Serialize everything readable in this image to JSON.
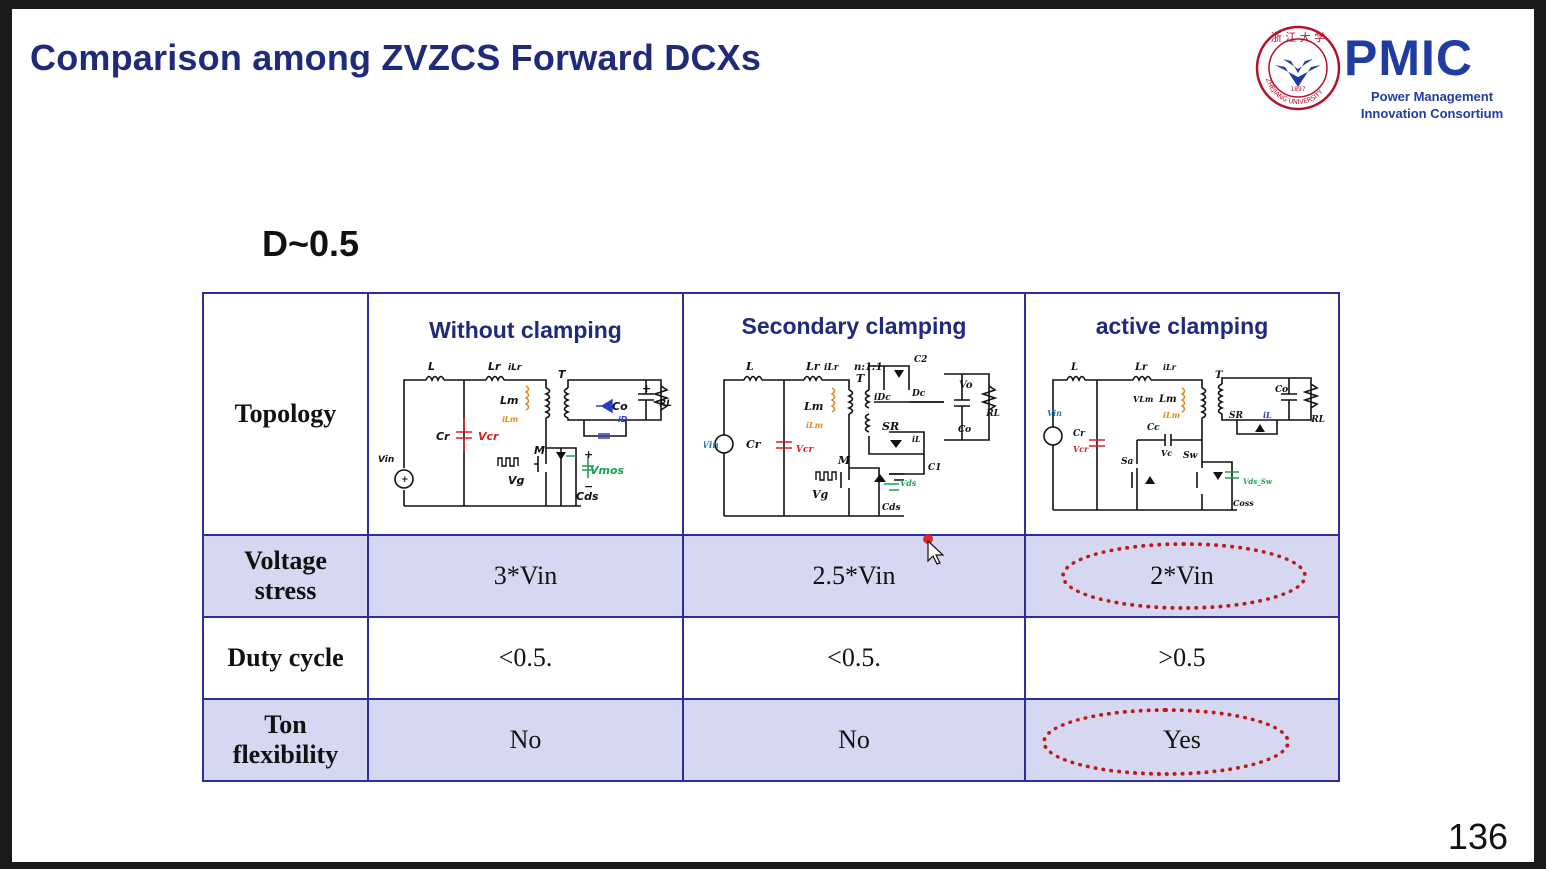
{
  "slide": {
    "title": "Comparison among ZVZCS Forward DCXs",
    "subheading": "D~0.5",
    "page_number": "136"
  },
  "logo": {
    "brand": "PMIC",
    "line1": "Power Management",
    "line2": "Innovation Consortium",
    "seal_year": "1897",
    "seal_text": "ZHEJIANG UNIVERSITY",
    "brand_color": "#1f3da0"
  },
  "table": {
    "columns": [
      "Without clamping",
      "Secondary clamping",
      "active clamping"
    ],
    "rows": [
      {
        "label": "Topology",
        "values": [
          "",
          "",
          ""
        ]
      },
      {
        "label_line1": "Voltage",
        "label_line2": "stress",
        "values": [
          "3*Vin",
          "2.5*Vin",
          "2*Vin"
        ]
      },
      {
        "label": "Duty cycle",
        "values": [
          "<0.5.",
          "<0.5.",
          ">0.5"
        ]
      },
      {
        "label_line1": "Ton",
        "label_line2": "flexibility",
        "values": [
          "No",
          "No",
          "Yes"
        ]
      }
    ],
    "border_color": "#2d2da0",
    "shade_color": "#d6d8f2",
    "highlight_color": "#c01818"
  },
  "circuits": {
    "c1": {
      "L": "L",
      "Lr": "Lr",
      "iLr": "iLr",
      "T": "T",
      "Lm": "Lm",
      "iLm": "iLm",
      "Co": "Co",
      "iD": "iD",
      "RL": "RL",
      "Vin": "Vin",
      "Cr": "Cr",
      "Vcr": "Vcr",
      "M": "M",
      "Vg": "Vg",
      "Vmos": "Vmos",
      "Cds": "Cds"
    },
    "c2": {
      "L": "L",
      "Lr": "Lr",
      "iLr": "iLr",
      "ratio": "n:1:1",
      "T": "T",
      "C2": "C2",
      "Dc": "Dc",
      "iDc": "iDc",
      "Vo": "Vo",
      "Co": "Co",
      "RL": "RL",
      "Lm": "Lm",
      "iLm": "iLm",
      "SR": "SR",
      "iL": "iL",
      "C1": "C1",
      "Vin": "Vin",
      "Cr": "Cr",
      "Vcr": "Vcr",
      "M": "M",
      "Vg": "Vg",
      "Vds": "Vds",
      "Cds": "Cds"
    },
    "c3": {
      "L": "L",
      "Lr": "Lr",
      "iLr": "iLr",
      "T": "T",
      "VLm": "VLm",
      "Lm": "Lm",
      "iLm": "iLm",
      "Co": "Co",
      "SR": "SR",
      "iL": "iL",
      "RL": "RL",
      "Vin": "Vin",
      "Cr": "Cr",
      "Vcr": "Vcr",
      "Cc": "Cc",
      "Vc": "Vc",
      "Sa": "Sa",
      "Sw": "Sw",
      "Vds_Sw": "Vds_Sw",
      "Coss": "Coss"
    }
  }
}
